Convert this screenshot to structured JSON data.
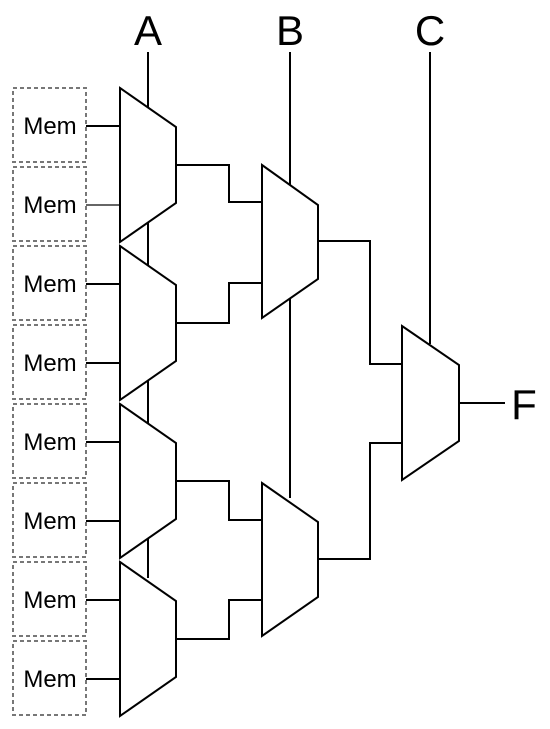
{
  "diagram": {
    "select_labels": {
      "a": "A",
      "b": "B",
      "c": "C"
    },
    "output_label": "F",
    "memory_cells": [
      "Mem",
      "Mem",
      "Mem",
      "Mem",
      "Mem",
      "Mem",
      "Mem",
      "Mem"
    ]
  }
}
